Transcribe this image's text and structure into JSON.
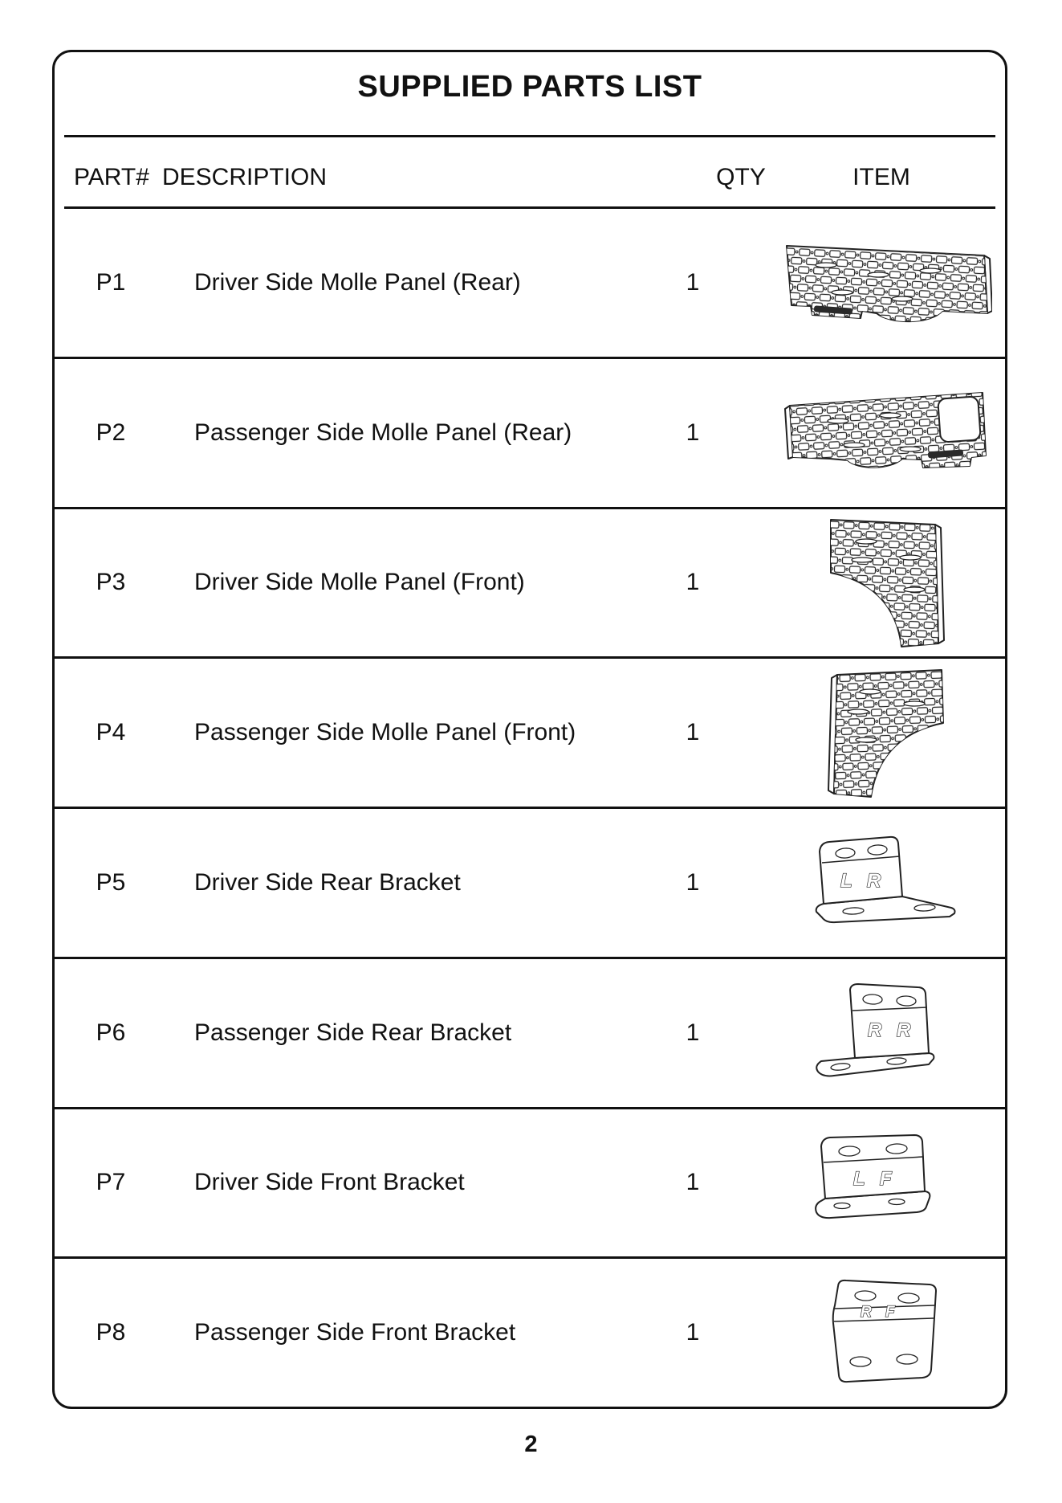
{
  "page": {
    "title": "SUPPLIED PARTS LIST",
    "page_number": "2"
  },
  "colors": {
    "ink": "#111111",
    "paper": "#ffffff"
  },
  "table": {
    "headers": {
      "part": "PART#",
      "description": "DESCRIPTION",
      "qty": "QTY",
      "item": "ITEM"
    },
    "rows": [
      {
        "part": "P1",
        "description": "Driver Side Molle Panel (Rear)",
        "qty": "1",
        "item_icon": "driver-side-rear-molle-panel-drawing"
      },
      {
        "part": "P2",
        "description": "Passenger Side Molle Panel (Rear)",
        "qty": "1",
        "item_icon": "passenger-side-rear-molle-panel-drawing"
      },
      {
        "part": "P3",
        "description": "Driver Side Molle Panel (Front)",
        "qty": "1",
        "item_icon": "driver-side-front-molle-panel-drawing"
      },
      {
        "part": "P4",
        "description": "Passenger Side Molle Panel (Front)",
        "qty": "1",
        "item_icon": "passenger-side-front-molle-panel-drawing"
      },
      {
        "part": "P5",
        "description": "Driver Side Rear Bracket",
        "qty": "1",
        "item_icon": "driver-side-rear-bracket-drawing",
        "marking": "L R"
      },
      {
        "part": "P6",
        "description": "Passenger Side Rear Bracket",
        "qty": "1",
        "item_icon": "passenger-side-rear-bracket-drawing",
        "marking": "R R"
      },
      {
        "part": "P7",
        "description": "Driver Side Front Bracket",
        "qty": "1",
        "item_icon": "driver-side-front-bracket-drawing",
        "marking": "L F"
      },
      {
        "part": "P8",
        "description": "Passenger Side Front Bracket",
        "qty": "1",
        "item_icon": "passenger-side-front-bracket-drawing",
        "marking": "R F"
      }
    ]
  }
}
